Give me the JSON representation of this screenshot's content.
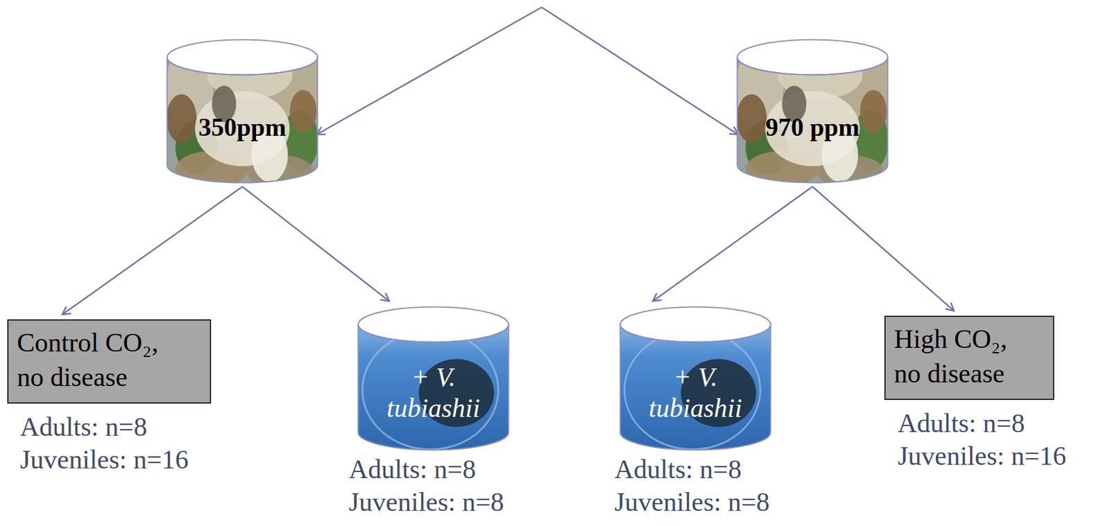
{
  "diagram": {
    "nodes": [
      {
        "text": [
          "350ppm"
        ]
      },
      {
        "text": [
          "970 ppm"
        ]
      },
      {
        "text": [
          "Control CO₂, no disease",
          "Adults: n=8 Juveniles: n=16"
        ]
      },
      {
        "text": [
          "+ V. tubiashii",
          "Adults: n=8 Juveniles: n=8"
        ]
      },
      {
        "text": [
          "+ V. tubiashii",
          "Adults: n=8 Juveniles: n=8"
        ]
      },
      {
        "text": [
          "High CO₂, no disease",
          "Adults: n=8 Juveniles: n=16"
        ]
      }
    ],
    "edges": [
      {
        "from": 0,
        "to": 2,
        "arrow": "to"
      },
      {
        "from": 0,
        "to": 3,
        "arrow": "to"
      },
      {
        "from": 1,
        "to": 4,
        "arrow": "to"
      },
      {
        "from": 1,
        "to": 5,
        "arrow": "to"
      }
    ]
  }
}
